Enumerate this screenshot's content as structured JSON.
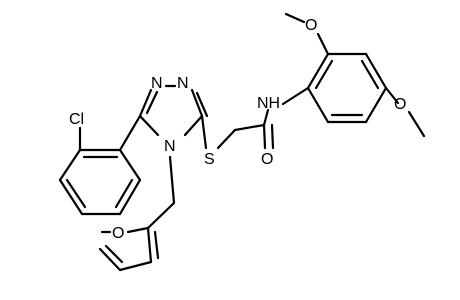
{
  "molecule": {
    "atom_labels": {
      "cl": "Cl",
      "n1": "N",
      "n2": "N",
      "n4": "N",
      "s": "S",
      "o_furan": "O",
      "o_carbonyl": "O",
      "nh": "NH",
      "o_methoxy_top": "O",
      "o_methoxy_right": "O"
    }
  }
}
